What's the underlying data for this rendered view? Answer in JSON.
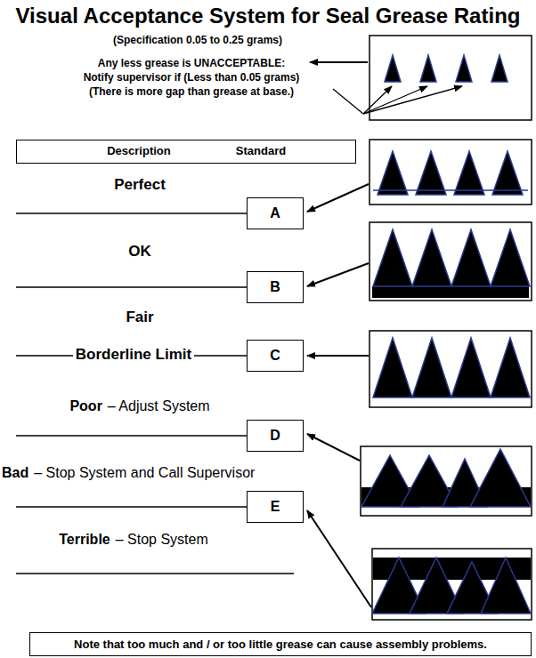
{
  "diagram": {
    "title": "Visual Acceptance System for Seal Grease Rating",
    "nodes": [
      {
        "text": [
          "Description",
          "Standard"
        ]
      },
      {
        "text": [
          "A"
        ]
      },
      {
        "text": [
          "B"
        ]
      },
      {
        "text": [
          "C"
        ]
      },
      {
        "text": [
          "D"
        ]
      },
      {
        "text": [
          "E"
        ]
      },
      {
        "text": [
          "Note that too much and / or too little grease can cause assembly problems."
        ]
      }
    ],
    "labels": [
      "(Specification 0.05 to 0.25 grams)",
      "Any less grease is UNACCEPTABLE:",
      "Notify supervisor if (Less than 0.05 grams)",
      "(There is more gap than grease at base.)",
      "Perfect",
      "OK",
      "Fair",
      "Borderline Limit",
      "Poor",
      "– Adjust System",
      "Bad",
      "– Stop System and Call Supervisor",
      "Terrible",
      "– Stop System"
    ]
  }
}
